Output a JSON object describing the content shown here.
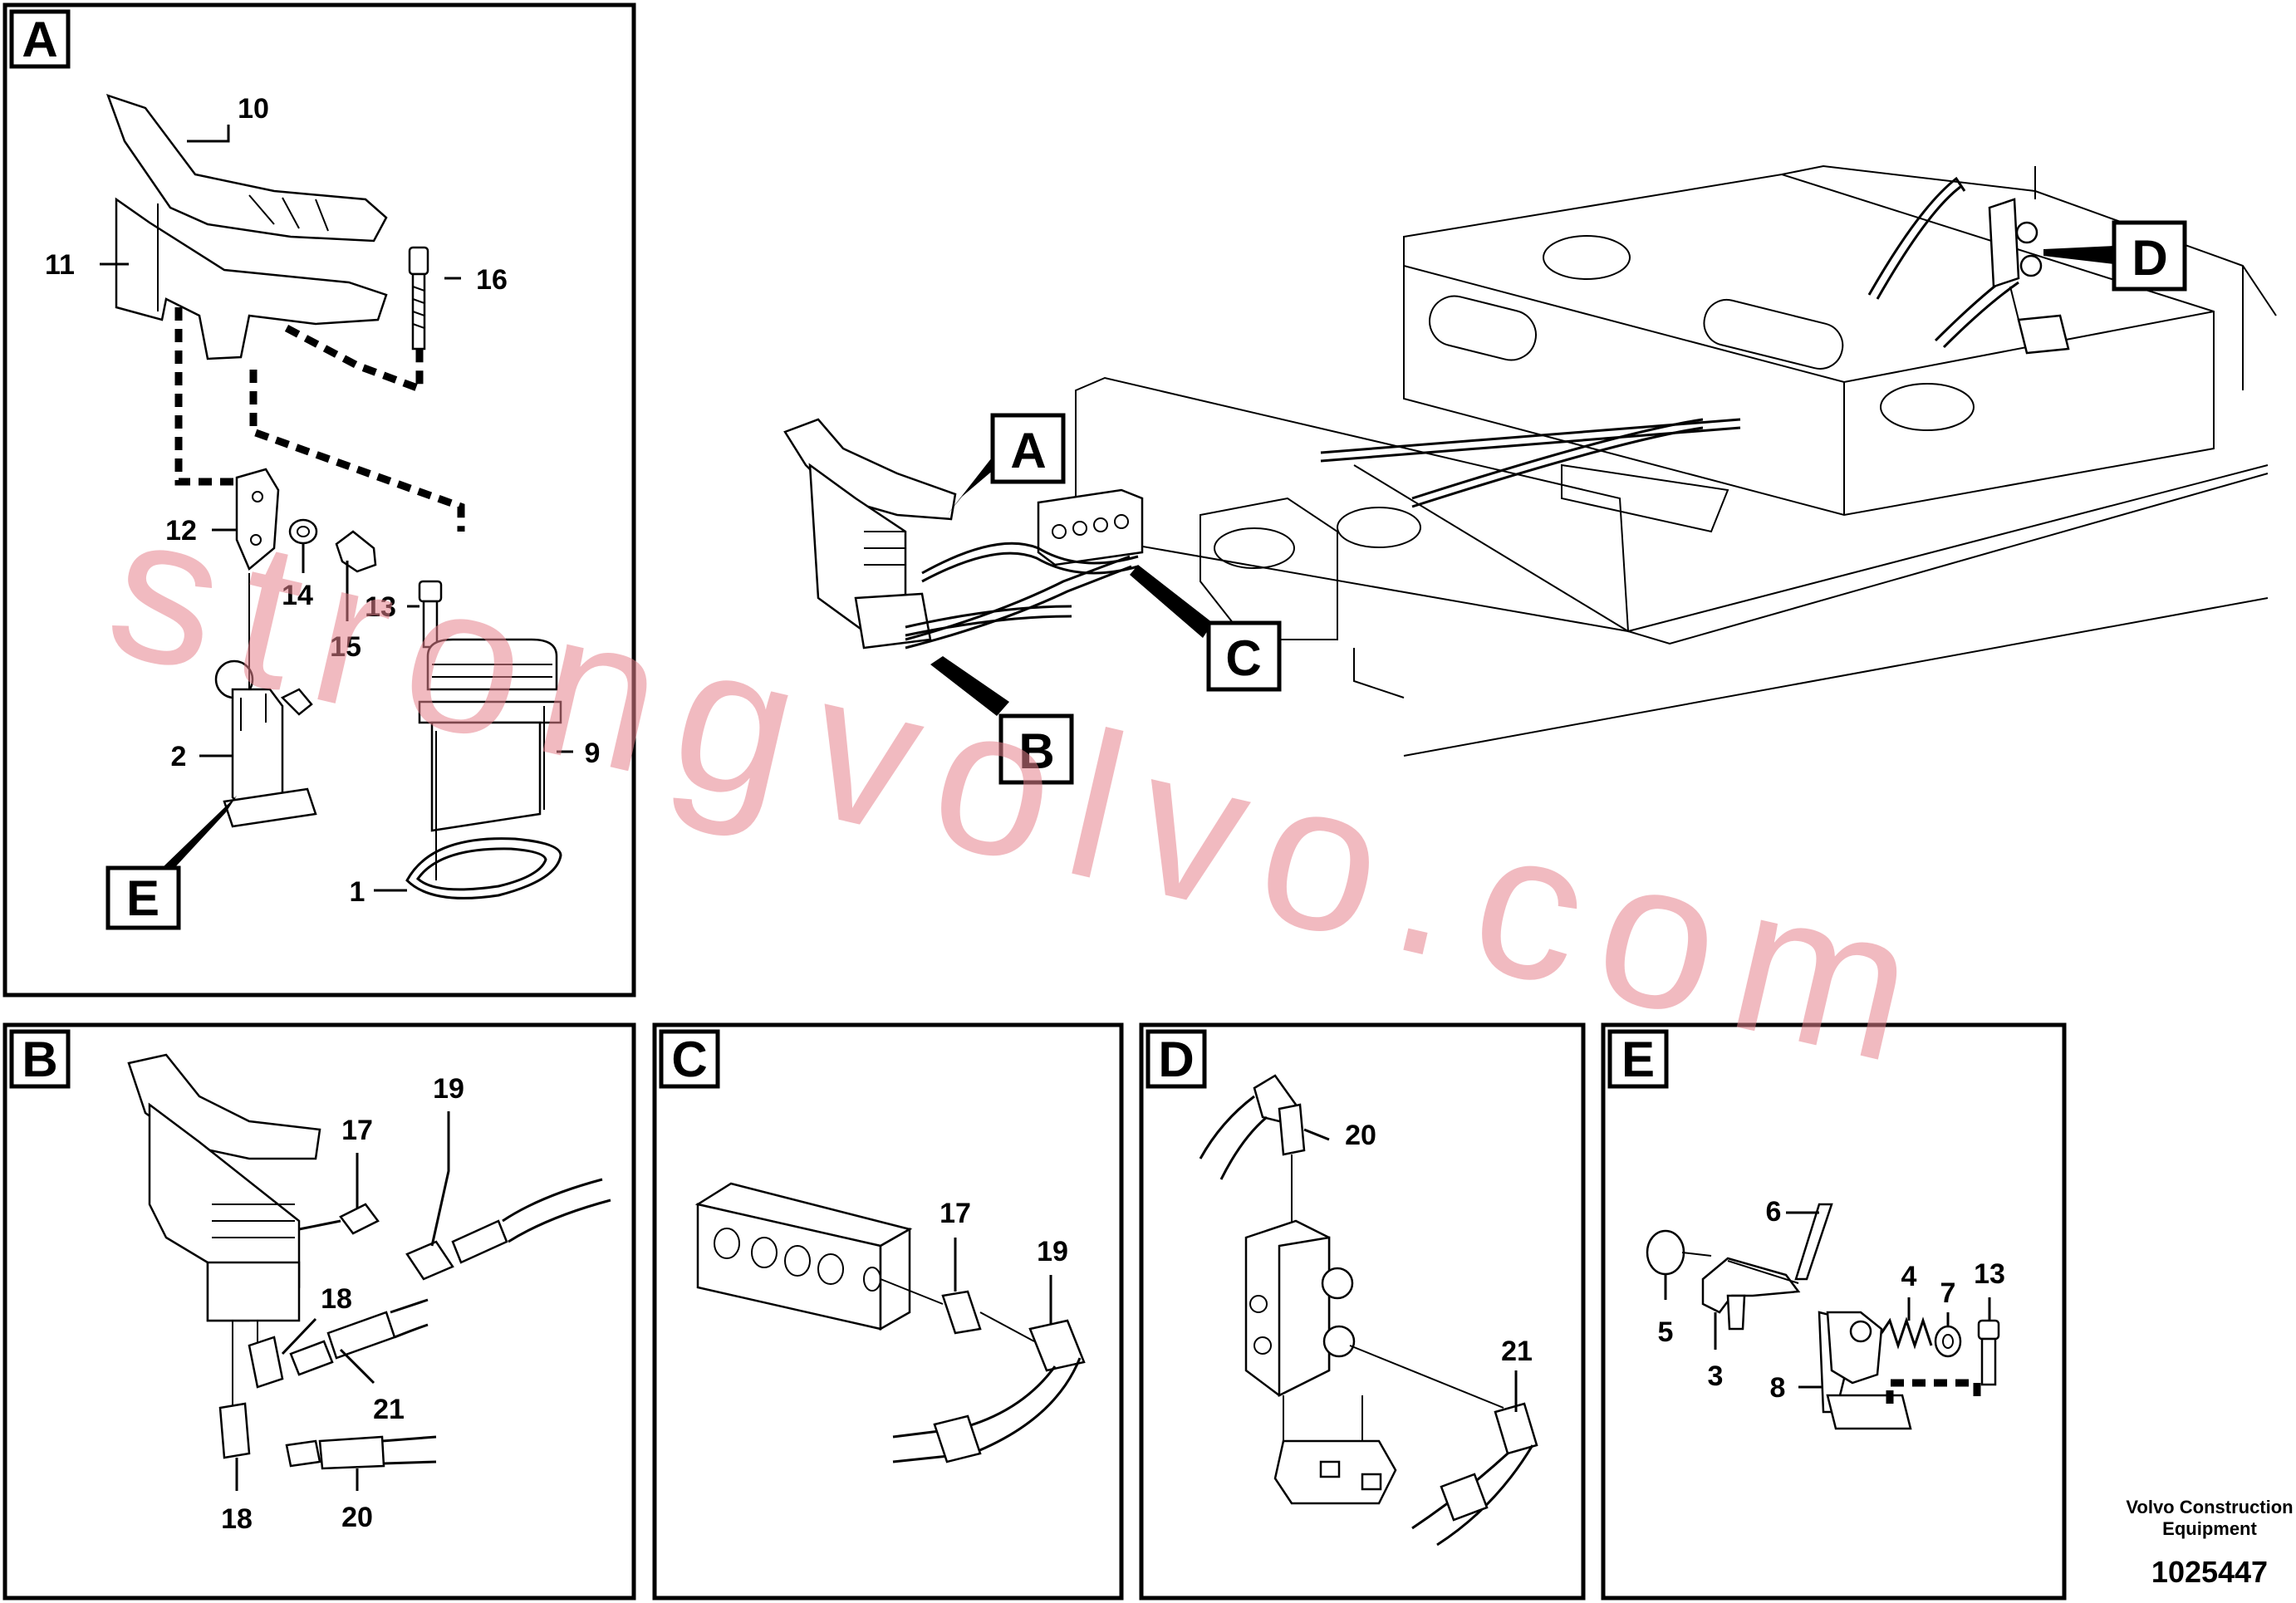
{
  "panels": {
    "A": {
      "label": "A",
      "parts": [
        "10",
        "11",
        "16",
        "12",
        "14",
        "15",
        "13",
        "9",
        "2",
        "1"
      ],
      "callout": "E"
    },
    "overview": {
      "callouts": [
        "A",
        "B",
        "C",
        "D"
      ]
    },
    "B": {
      "label": "B",
      "parts": [
        "17",
        "19",
        "18",
        "21",
        "18",
        "20"
      ]
    },
    "C": {
      "label": "C",
      "parts": [
        "17",
        "19"
      ]
    },
    "D": {
      "label": "D",
      "parts": [
        "20",
        "21"
      ]
    },
    "E": {
      "label": "E",
      "parts": [
        "6",
        "4",
        "7",
        "13",
        "5",
        "3",
        "8"
      ]
    }
  },
  "watermark": "strongvolvo.com",
  "footer": {
    "company_line1": "Volvo Construction",
    "company_line2": "Equipment",
    "doc_number": "1025447"
  }
}
